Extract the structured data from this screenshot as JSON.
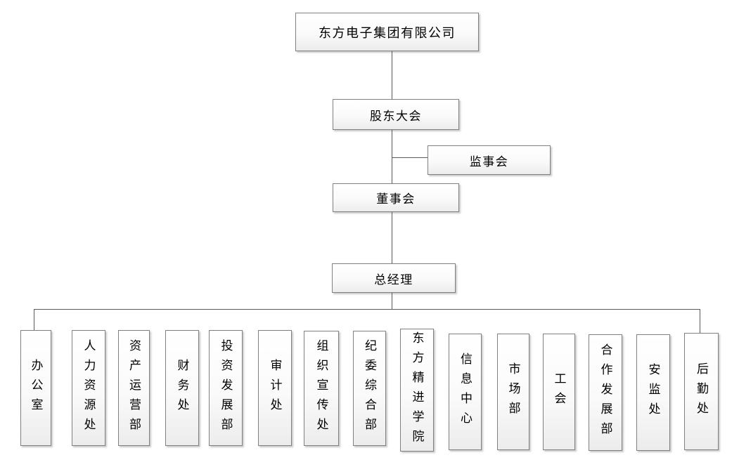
{
  "diagram": {
    "type": "organization-chart",
    "nodes": {
      "company": "东方电子集团有限公司",
      "shareholders": "股东大会",
      "supervisory": "监事会",
      "board": "董事会",
      "general_manager": "总经理"
    },
    "departments": [
      {
        "label": "办公室"
      },
      {
        "label": "人力资源处"
      },
      {
        "label": "资产运营部"
      },
      {
        "label": "财务处"
      },
      {
        "label": "投资发展部"
      },
      {
        "label": "审计处"
      },
      {
        "label": "组织宣传处"
      },
      {
        "label": "纪委综合部"
      },
      {
        "label": "东方精进学院"
      },
      {
        "label": "信息中心"
      },
      {
        "label": "市场部"
      },
      {
        "label": "工会"
      },
      {
        "label": "合作发展部"
      },
      {
        "label": "安监处"
      },
      {
        "label": "后勤处"
      }
    ],
    "colors": {
      "background": "#ffffff",
      "box_border": "#808080",
      "box_fill_top": "#ffffff",
      "box_fill_bottom": "#ececec",
      "connector": "#595959",
      "text": "#000000"
    }
  }
}
